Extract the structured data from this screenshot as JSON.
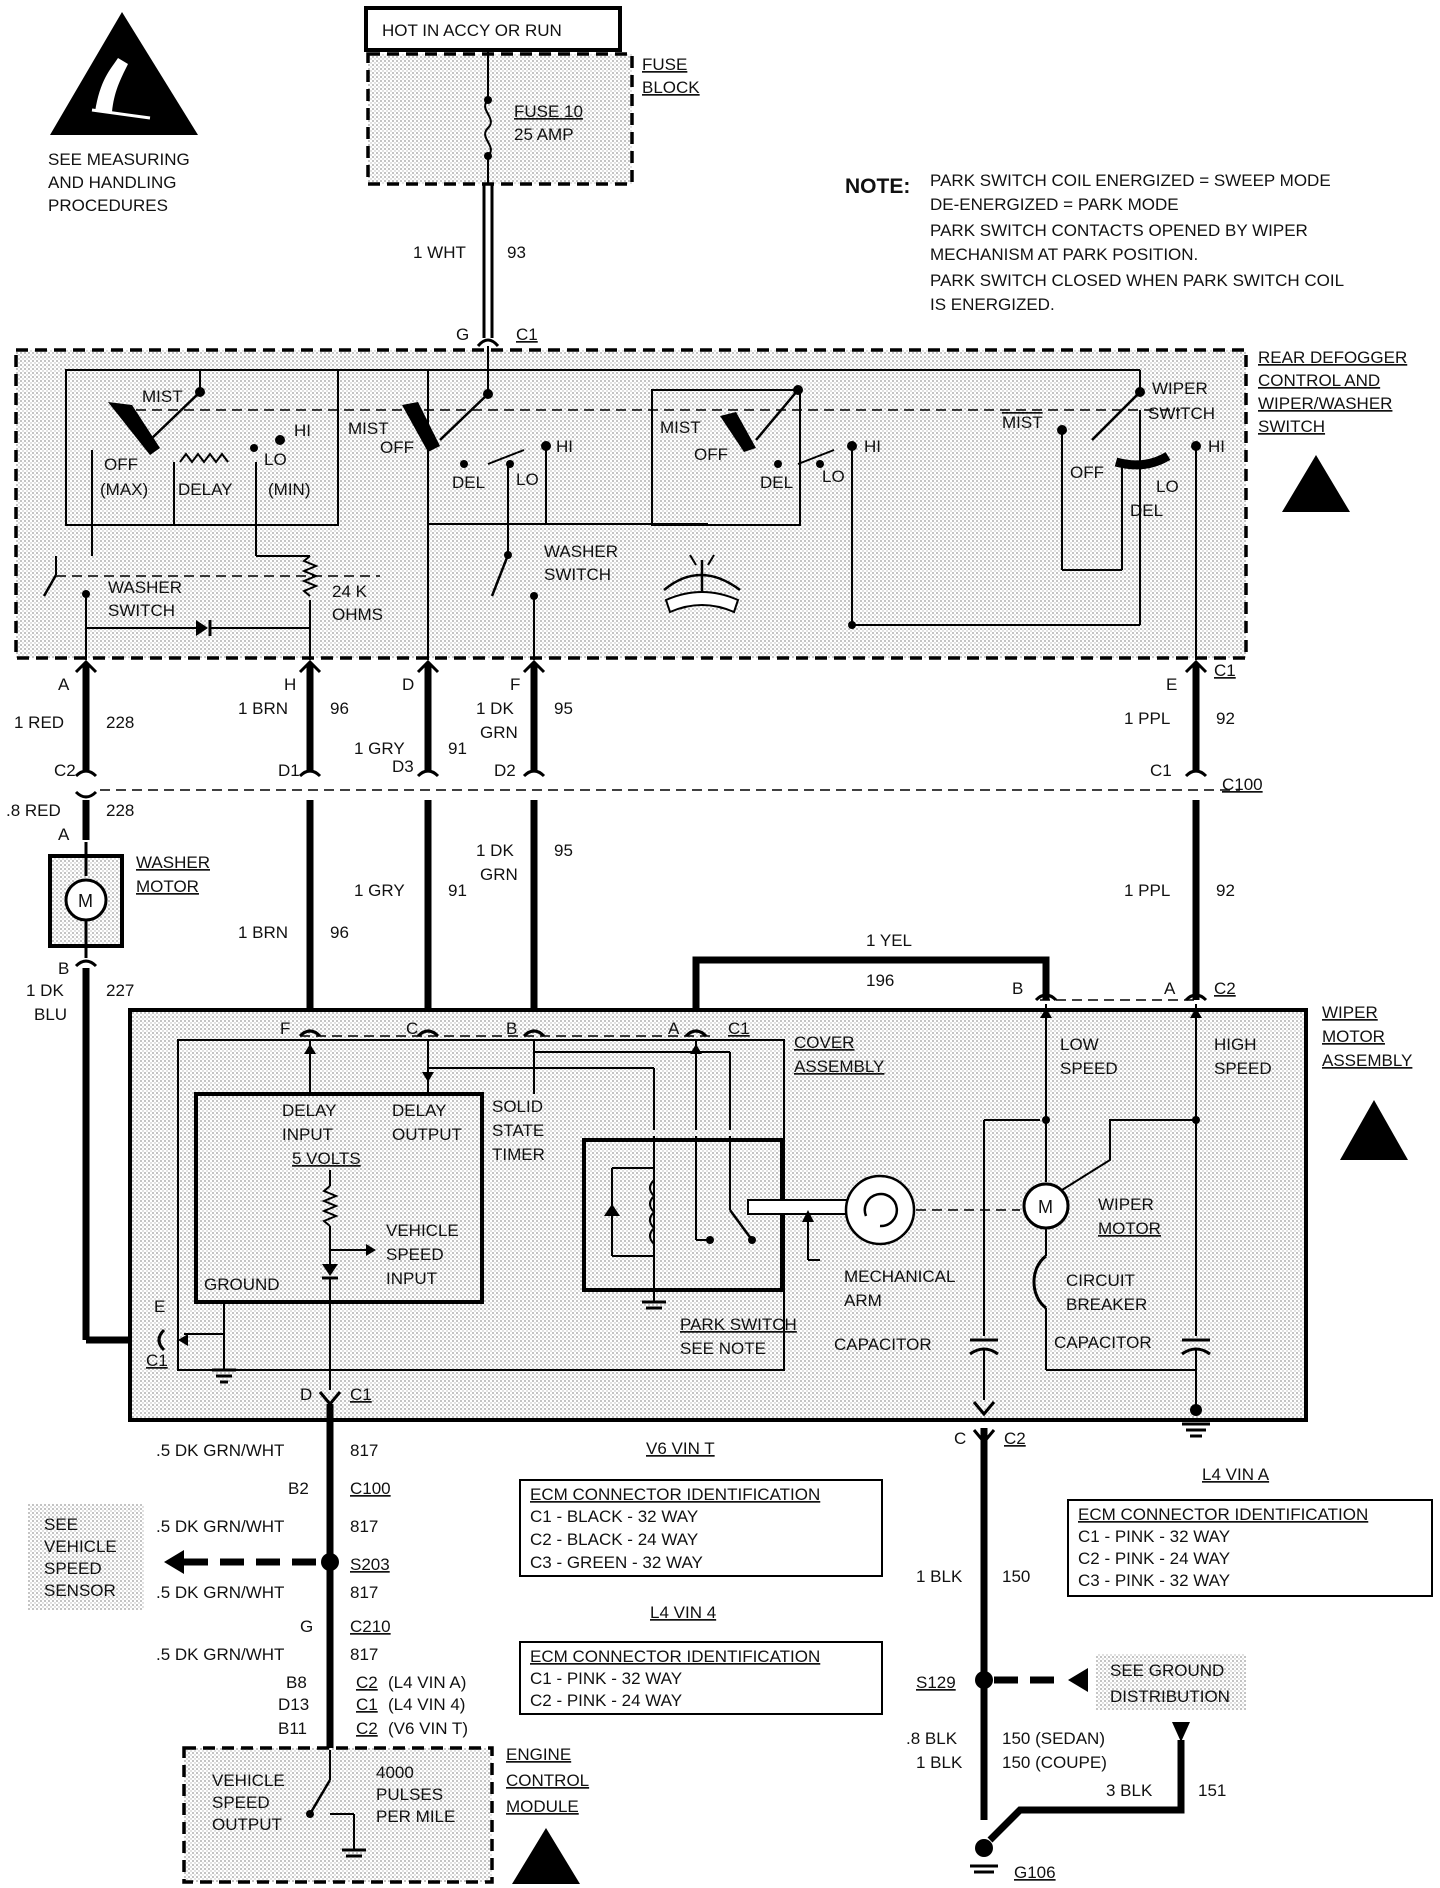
{
  "esd_notice": {
    "lines": [
      "SEE MEASURING",
      "AND HANDLING",
      "PROCEDURES"
    ]
  },
  "power": {
    "label": "HOT IN ACCY OR RUN"
  },
  "fuse_block": {
    "title_1": "FUSE",
    "title_2": "BLOCK",
    "fuse_line_1": "FUSE 10",
    "fuse_line_2": "25 AMP"
  },
  "note": {
    "heading": "NOTE:",
    "lines": [
      "PARK SWITCH COIL ENERGIZED = SWEEP MODE",
      "DE-ENERGIZED = PARK MODE",
      "PARK SWITCH CONTACTS OPENED BY WIPER",
      "MECHANISM AT PARK POSITION.",
      "PARK SWITCH  CLOSED WHEN PARK SWITCH COIL",
      "IS ENERGIZED."
    ]
  },
  "wire_93": {
    "color": "1 WHT",
    "circuit": "93"
  },
  "switch_assembly": {
    "title": [
      "REAR DEFOGGER",
      "CONTROL AND",
      "WIPER/WASHER",
      "SWITCH"
    ],
    "conn_g": "G",
    "conn_c1": "C1",
    "sw1": {
      "mist": "MIST",
      "off": "OFF",
      "max": "(MAX)",
      "delay": "DELAY",
      "min": "(MIN)",
      "hi": "HI",
      "lo": "LO"
    },
    "sw2": {
      "mist": "MIST",
      "off": "OFF",
      "del": "DEL",
      "lo": "LO",
      "hi": "HI"
    },
    "sw3": {
      "mist": "MIST",
      "off": "OFF",
      "del": "DEL",
      "lo": "LO",
      "hi": "HI"
    },
    "sw4": {
      "wiper": "WIPER",
      "switch": "SWITCH",
      "mist": "MIST",
      "off": "OFF",
      "lo": "LO",
      "del": "DEL",
      "hi": "HI"
    },
    "washer_switch_left": [
      "WASHER",
      "SWITCH"
    ],
    "washer_switch_mid": [
      "WASHER",
      "SWITCH"
    ],
    "resistor": [
      "24 K",
      "OHMS"
    ],
    "pins": {
      "a": "A",
      "h": "H",
      "d": "D",
      "f": "F",
      "e": "E",
      "c1": "C1"
    }
  },
  "wires_upper": {
    "w228": {
      "color": "1 RED",
      "circuit": "228"
    },
    "w96": {
      "color": "1 BRN",
      "circuit": "96"
    },
    "w91": {
      "color": "1 GRY",
      "circuit": "91"
    },
    "w95": {
      "color_1": "1 DK",
      "color_2": "GRN",
      "circuit": "95"
    },
    "w92": {
      "color": "1 PPL",
      "circuit": "92"
    }
  },
  "c100_row": {
    "c2": "C2",
    "d1": "D1",
    "d3": "D3",
    "d2": "D2",
    "c1": "C1",
    "c100": "C100"
  },
  "washer_motor": {
    "wire_color": ".8 RED",
    "circuit": "228",
    "pin_a": "A",
    "pin_b": "B",
    "title_1": "WASHER",
    "title_2": "MOTOR",
    "symbol": "M"
  },
  "wires_lower": {
    "w96": {
      "color": "1 BRN",
      "circuit": "96"
    },
    "w91": {
      "color": "1 GRY",
      "circuit": "91"
    },
    "w95": {
      "color_1": "1 DK",
      "color_2": "GRN",
      "circuit": "95"
    },
    "w92": {
      "color": "1 PPL",
      "circuit": "92"
    },
    "w227": {
      "color_1": "1 DK",
      "color_2": "BLU",
      "circuit": "227"
    },
    "w196": {
      "color": "1 YEL",
      "circuit": "196"
    }
  },
  "wiper_motor_assembly": {
    "title": [
      "WIPER",
      "MOTOR",
      "ASSEMBLY"
    ],
    "pins": {
      "f": "F",
      "c": "C",
      "b": "B",
      "a": "A",
      "c1": "C1",
      "b2": "B",
      "a2": "A",
      "c2": "C2",
      "e": "E",
      "c1b": "C1",
      "d": "D",
      "c1c": "C1"
    },
    "cover": [
      "COVER",
      "ASSEMBLY"
    ],
    "timer": {
      "delay_input": [
        "DELAY",
        "INPUT"
      ],
      "delay_output": [
        "DELAY",
        "OUTPUT"
      ],
      "volts": "5 VOLTS",
      "solid": [
        "SOLID",
        "STATE",
        "TIMER"
      ],
      "vss": [
        "VEHICLE",
        "SPEED",
        "INPUT"
      ],
      "ground": "GROUND"
    },
    "low_speed": [
      "LOW",
      "SPEED"
    ],
    "high_speed": [
      "HIGH",
      "SPEED"
    ],
    "wiper_motor": [
      "WIPER",
      "MOTOR"
    ],
    "motor_symbol": "M",
    "circuit_breaker": [
      "CIRCUIT",
      "BREAKER"
    ],
    "capacitor_1": "CAPACITOR",
    "capacitor_2": "CAPACITOR",
    "mech_arm": [
      "MECHANICAL",
      "ARM"
    ],
    "park_switch": [
      "PARK SWITCH",
      "SEE NOTE"
    ]
  },
  "lower_left": {
    "w817a": {
      "color": ".5 DK GRN/WHT",
      "circuit": "817"
    },
    "b2": "B2",
    "c100": "C100",
    "w817b": {
      "color": ".5 DK GRN/WHT",
      "circuit": "817"
    },
    "see_vss": [
      "SEE",
      "VEHICLE",
      "SPEED",
      "SENSOR"
    ],
    "s203": "S203",
    "w817c": {
      "color": ".5 DK GRN/WHT",
      "circuit": "817"
    },
    "g": "G",
    "c210": "C210",
    "w817d": {
      "color": ".5 DK GRN/WHT",
      "circuit": "817"
    },
    "ecm_pins": [
      {
        "pin": "B8",
        "conn": "C2",
        "variant": "(L4 VIN A)"
      },
      {
        "pin": "D13",
        "conn": "C1",
        "variant": "(L4 VIN 4)"
      },
      {
        "pin": "B11",
        "conn": "C2",
        "variant": "(V6 VIN T)"
      }
    ],
    "ecm_title": [
      "ENGINE",
      "CONTROL",
      "MODULE"
    ],
    "vso": [
      "VEHICLE",
      "SPEED",
      "OUTPUT"
    ],
    "pulses": [
      "4000",
      "PULSES",
      "PER MILE"
    ]
  },
  "ecm_tables": [
    {
      "heading": "V6 VIN T",
      "title": "ECM CONNECTOR IDENTIFICATION",
      "rows": [
        "C1 - BLACK - 32 WAY",
        "C2 - BLACK - 24 WAY",
        "C3 - GREEN - 32 WAY"
      ]
    },
    {
      "heading": "L4 VIN 4",
      "title": "ECM CONNECTOR IDENTIFICATION",
      "rows": [
        "C1 - PINK - 32 WAY",
        "C2 - PINK - 24 WAY"
      ]
    },
    {
      "heading": "L4 VIN A",
      "title": "ECM CONNECTOR IDENTIFICATION",
      "rows": [
        "C1 - PINK - 32 WAY",
        "C2 - PINK - 24 WAY",
        "C3 - PINK - 32 WAY"
      ]
    }
  ],
  "ground_circuit": {
    "c": "C",
    "c2": "C2",
    "w150": {
      "color": "1 BLK",
      "circuit": "150"
    },
    "s129": "S129",
    "see_ground": [
      "SEE GROUND",
      "DISTRIBUTION"
    ],
    "w150_sedan": {
      "color": ".8 BLK",
      "circuit": "150 (SEDAN)"
    },
    "w150_coupe": {
      "color": "1 BLK",
      "circuit": "150 (COUPE)"
    },
    "w151": {
      "color": "3 BLK",
      "circuit": "151"
    },
    "g106": "G106"
  }
}
